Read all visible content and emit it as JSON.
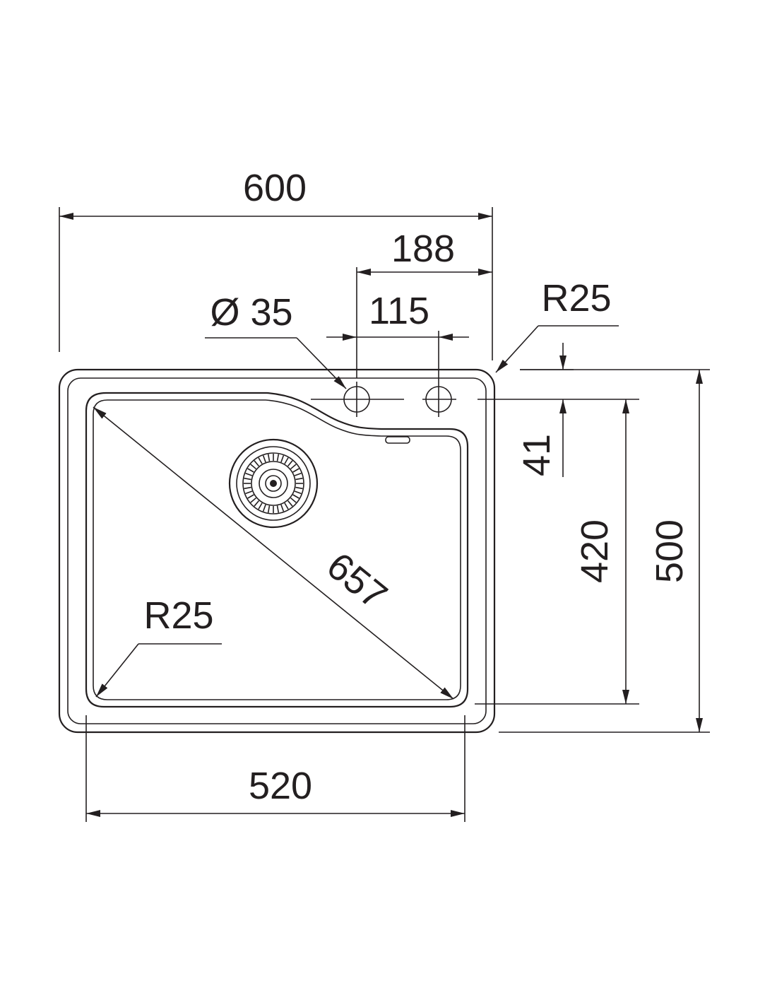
{
  "drawing": {
    "dimensions": {
      "overall_width": "600",
      "tap_to_edge": "188",
      "tap_hole_spacing": "115",
      "tap_hole_diameter": "Ø 35",
      "corner_radius_outer": "R25",
      "bowl_offset": "41",
      "bowl_depth": "420",
      "overall_depth": "500",
      "bowl_diagonal": "657",
      "corner_radius_bowl": "R25",
      "bowl_width": "520"
    },
    "colors": {
      "line": "#231f20",
      "background": "#ffffff"
    }
  }
}
